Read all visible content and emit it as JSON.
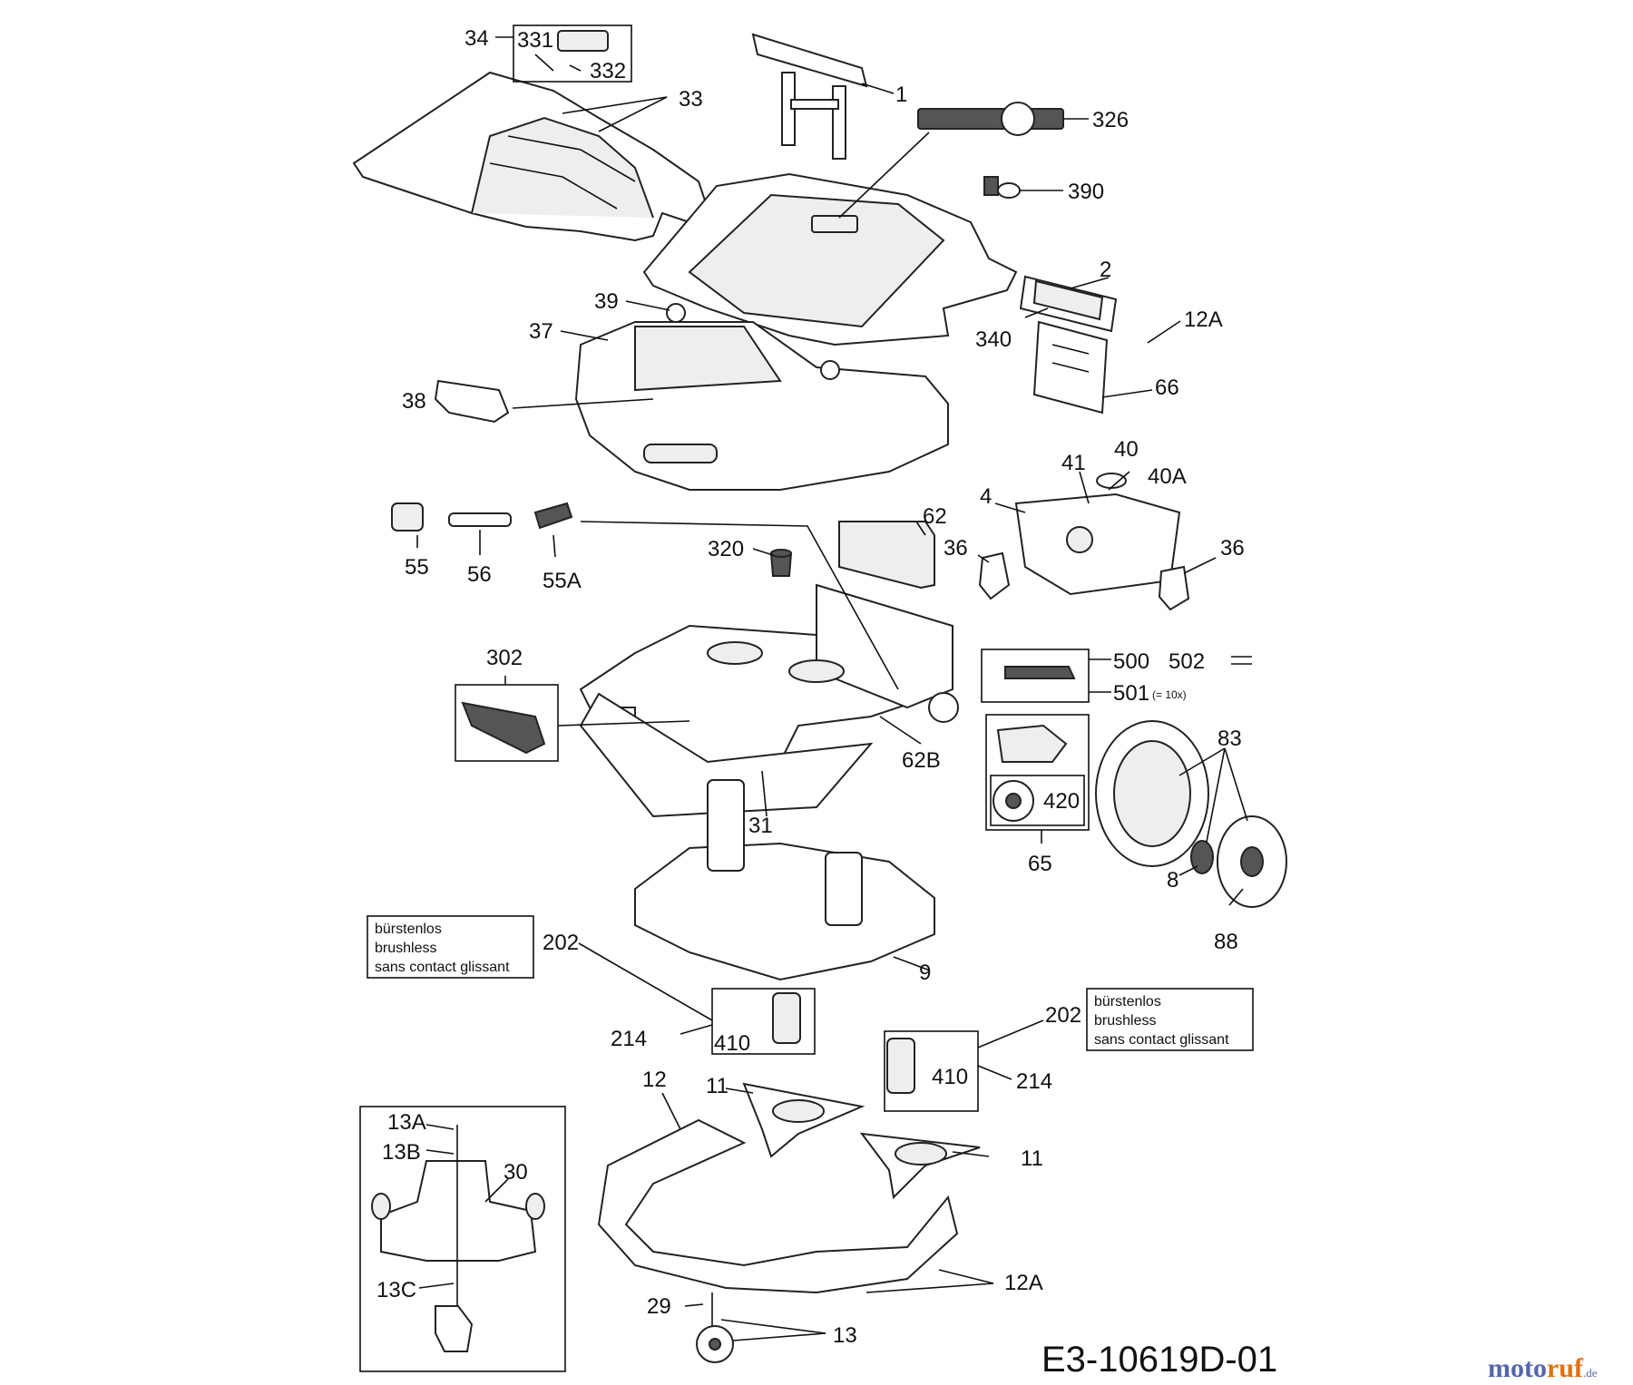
{
  "drawing_number": "E3-10619D-01",
  "watermark": {
    "name_a": "moto",
    "name_b": "ruf",
    "suffix": ".de"
  },
  "notes": {
    "brushless_de": "bürstenlos",
    "brushless_en": "brushless",
    "brushless_fr": "sans contact glissant",
    "qty_note": "(= 10x)"
  },
  "labels": {
    "p1": "1",
    "p2": "2",
    "p4": "4",
    "p8": "8",
    "p9": "9",
    "p11a": "11",
    "p11b": "11",
    "p12": "12",
    "p12A_top": "12A",
    "p12A_bottom": "12A",
    "p13": "13",
    "p13A": "13A",
    "p13B": "13B",
    "p13C": "13C",
    "p29": "29",
    "p30": "30",
    "p31": "31",
    "p33": "33",
    "p34": "34",
    "p36a": "36",
    "p36b": "36",
    "p37": "37",
    "p38": "38",
    "p39": "39",
    "p40": "40",
    "p40A": "40A",
    "p41": "41",
    "p55": "55",
    "p55A": "55A",
    "p56": "56",
    "p62": "62",
    "p62B": "62B",
    "p65": "65",
    "p66": "66",
    "p83": "83",
    "p88": "88",
    "p202a": "202",
    "p202b": "202",
    "p214a": "214",
    "p214b": "214",
    "p302": "302",
    "p320": "320",
    "p326": "326",
    "p331": "331",
    "p332": "332",
    "p340": "340",
    "p390": "390",
    "p410a": "410",
    "p410b": "410",
    "p420": "420",
    "p500": "500",
    "p501": "501",
    "p502": "502"
  }
}
